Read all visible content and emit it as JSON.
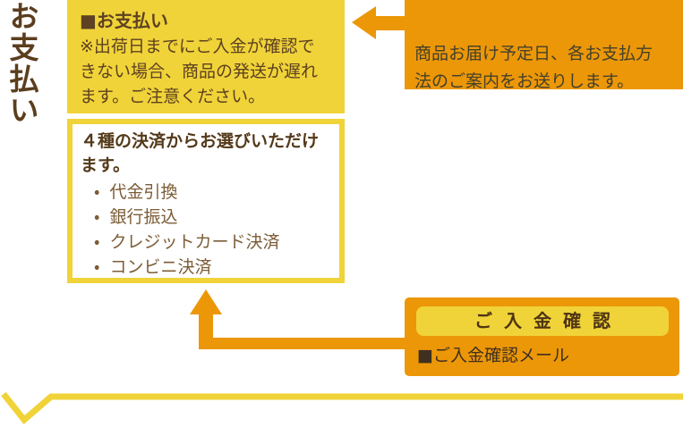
{
  "section": {
    "vertical_title": "お支払い"
  },
  "payment_box": {
    "heading": "■お支払い",
    "note": "※出荷日までにご入金が確認で\nきない場合、商品の発送が遅れ\nます。ご注意ください。"
  },
  "methods_box": {
    "heading": "４種の決済からお選びいただけ\nます。",
    "bullet": "・",
    "items": [
      "代金引換",
      "銀行振込",
      "クレジットカード決済",
      "コンビニ決済"
    ]
  },
  "notice_box": {
    "text": "商品お届け予定日、各お支払方\n法のご案内をお送りします。"
  },
  "confirm_box": {
    "header": "ご入金確認",
    "item": "■ご入金確認メール"
  },
  "icons": {
    "arrow_left": "orange left-pointing block arrow",
    "arrow_up": "orange L-shaped connector with up-pointing arrowhead",
    "divider": "yellow zigzag check-mark divider line"
  },
  "colors": {
    "yellow": "#F0D338",
    "orange": "#EC9708",
    "title_brown": "#5B3E1D",
    "yellow_box_text": "#5D4122",
    "methods_heading": "#543A1A",
    "methods_items": "#7C5D37",
    "notice_text": "#44402B",
    "confirm_header_text": "#4E3414",
    "confirm_item_text": "#3F3020"
  }
}
